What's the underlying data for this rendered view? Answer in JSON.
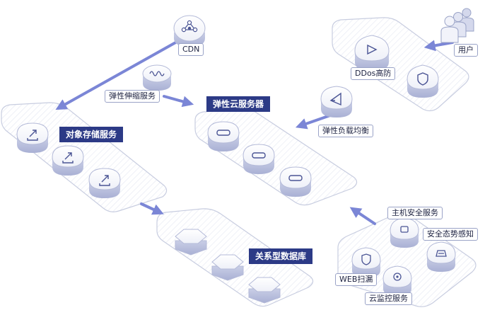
{
  "labels": {
    "cdn": "CDN",
    "elastic_scaling": "弹性伸缩服务",
    "ecs": "弹性云服务器",
    "object_storage": "对象存储服务",
    "ddos": "DDos高防",
    "users": "用户",
    "load_balancer": "弹性负载均衡",
    "rds": "关系型数据库",
    "host_security": "主机安全服务",
    "situation_awareness": "安全态势感知",
    "web_scan": "WEB扫漏",
    "cloud_monitor": "云监控服务"
  },
  "colors": {
    "header_bg": "#2c3a86",
    "arrow": "#7b86d6",
    "panel_stroke": "#c8cde0"
  }
}
